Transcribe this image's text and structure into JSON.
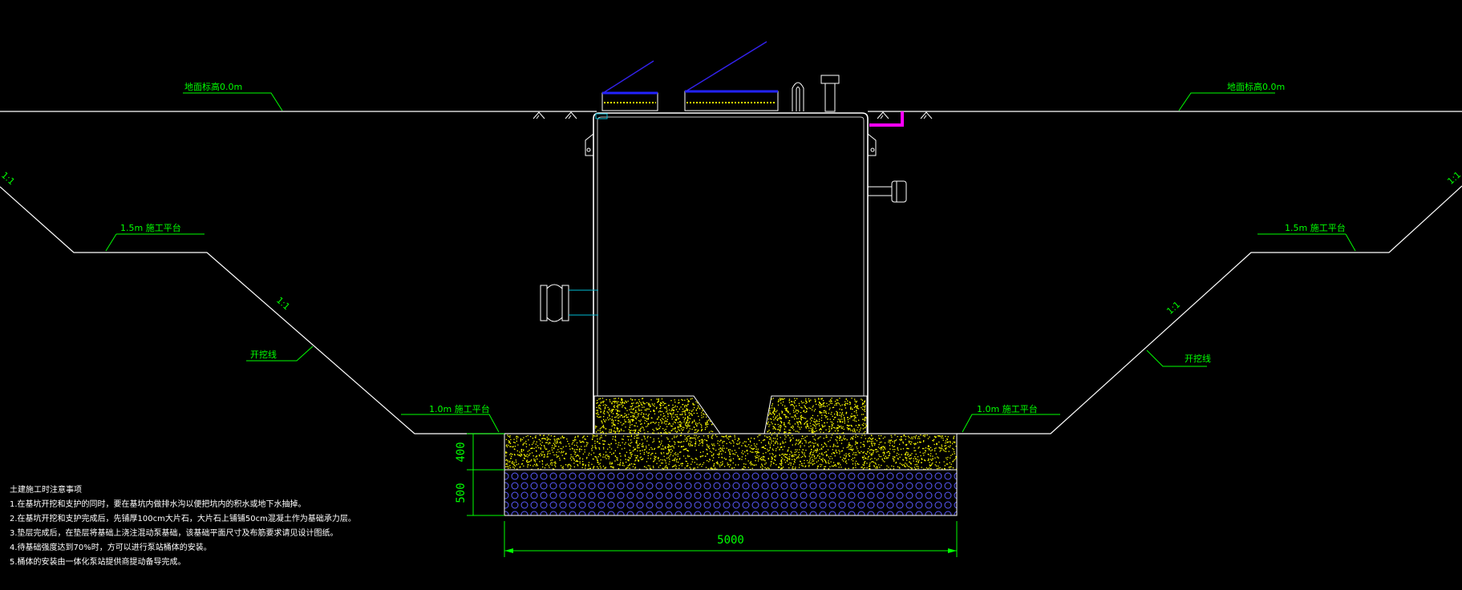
{
  "labels": {
    "ground_left": "地面标高0.0m",
    "ground_right": "地面标高0.0m",
    "platform_1_5_left": "1.5m  施工平台",
    "platform_1_5_right": "1.5m  施工平台",
    "platform_1_0_left": "1.0m  施工平台",
    "platform_1_0_right": "1.0m  施工平台",
    "excavation_left": "开挖线",
    "excavation_right": "开挖线",
    "slope_upper_left": "1:1",
    "slope_upper_right": "1:1",
    "slope_lower_left": "1:1",
    "slope_lower_right": "1:1"
  },
  "dimensions": {
    "layer_top": "400",
    "layer_bottom": "500",
    "width": "5000"
  },
  "notes": {
    "title": "土建施工时注意事项",
    "items": [
      "1.在基坑开挖和支护的同时，要在基坑内做排水沟以便把坑内的积水或地下水抽掉。",
      "2.在基坑开挖和支护完成后，先铺厚100cm大片石，大片石上铺铺50cm混凝土作为基础承力层。",
      "3.垫层完成后，在垫层将基础上浇注混动泵基础，该基础平面尺寸及布筋要求请见设计图纸。",
      "4.待基础强度达到70%时，方可以进行泵站桶体的安装。",
      "5.桶体的安装由一体化泵站提供商提动备导完成。"
    ]
  },
  "colors": {
    "background": "#000000",
    "outline": "#ffffff",
    "annotation": "#00ff00",
    "concrete_dots": "#ffff00",
    "cover_stripe": "#ffff00",
    "cover_bar": "#2222ff",
    "cover_line": "#3322ee",
    "vent_pipe": "#ff00ff",
    "inlet_line": "#00bcd4",
    "stone_circles": "#5a5aff"
  }
}
